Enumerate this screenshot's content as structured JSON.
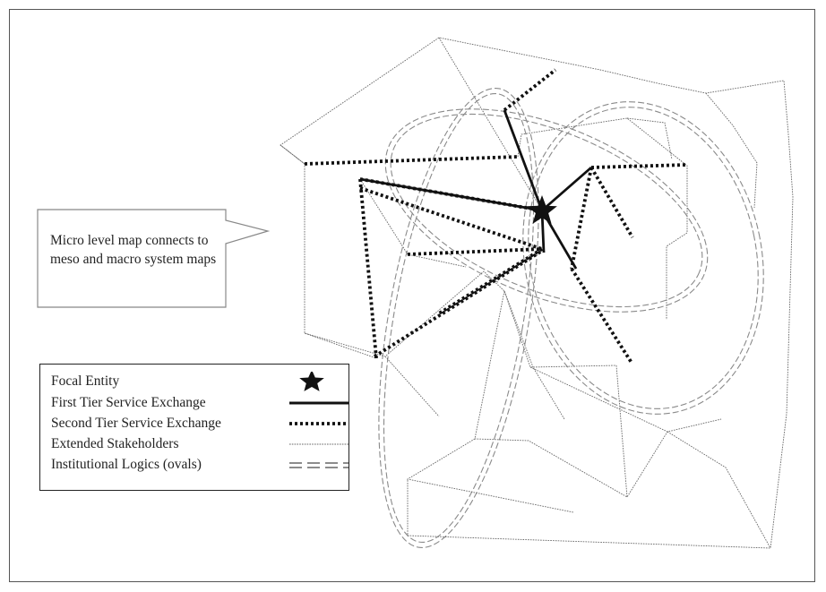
{
  "callout": {
    "text": "Micro level map connects to meso and macro system maps"
  },
  "legend": {
    "items": [
      {
        "label": "Focal Entity",
        "symbol": "star-icon"
      },
      {
        "label": "First Tier Service Exchange",
        "symbol": "solid-line"
      },
      {
        "label": "Second Tier Service Exchange",
        "symbol": "dotted-line"
      },
      {
        "label": "Extended Stakeholders",
        "symbol": "thin-line"
      },
      {
        "label": "Institutional Logics (ovals)",
        "symbol": "double-dashed-line"
      }
    ]
  },
  "colors": {
    "ink": "#111111",
    "thin_line": "#666666",
    "oval": "#8a8a8a",
    "frame": "#555555"
  }
}
